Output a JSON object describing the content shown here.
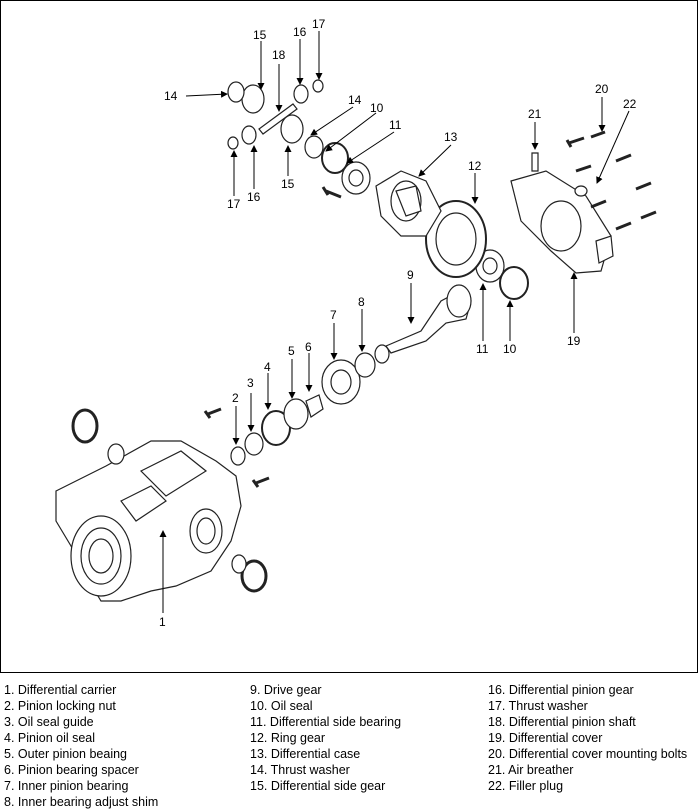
{
  "callouts": [
    "1",
    "2",
    "3",
    "4",
    "5",
    "6",
    "7",
    "8",
    "9",
    "10",
    "10",
    "11",
    "11",
    "12",
    "13",
    "14",
    "14",
    "15",
    "15",
    "16",
    "16",
    "17",
    "17",
    "18",
    "19",
    "20",
    "21",
    "22"
  ],
  "legend": {
    "col1": [
      "1. Differential carrier",
      "2. Pinion locking nut",
      "3. Oil seal guide",
      "4. Pinion oil seal",
      "5. Outer pinion beaing",
      "6. Pinion bearing spacer",
      "7. Inner pinion bearing",
      "8. Inner bearing adjust shim"
    ],
    "col2": [
      "9. Drive gear",
      "10. Oil seal",
      "11. Differential side bearing",
      "12. Ring gear",
      "13. Differential case",
      "14. Thrust washer",
      "15. Differential side gear"
    ],
    "col3": [
      "16. Differential pinion gear",
      "17. Thrust washer",
      "18. Differential pinion shaft",
      "19. Differential cover",
      "20. Differential cover mounting bolts",
      "21. Air breather",
      "22. Filler plug"
    ]
  }
}
